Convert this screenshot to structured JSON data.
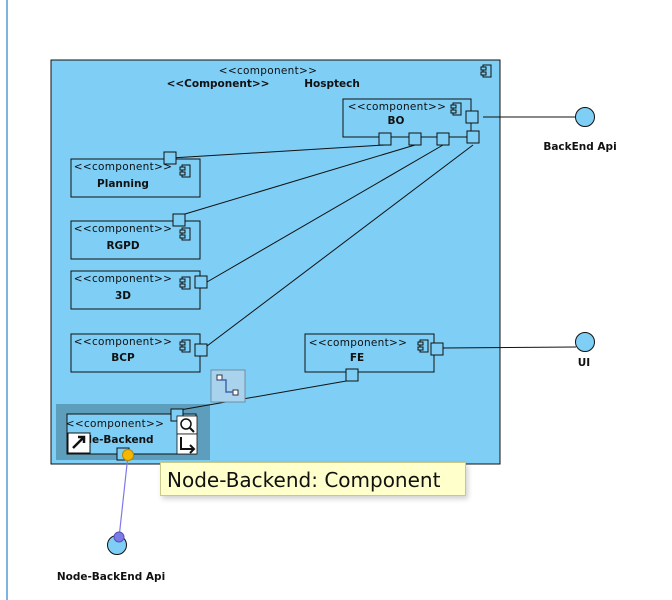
{
  "outer": {
    "stereotype": "<<component>>",
    "type_label": "<<Component>>",
    "name": "Hosptech"
  },
  "components": {
    "bo": {
      "stereotype": "<<component>>",
      "name": "BO"
    },
    "planning": {
      "stereotype": "<<component>>",
      "name": "Planning"
    },
    "rgpd": {
      "stereotype": "<<component>>",
      "name": "RGPD"
    },
    "d3": {
      "stereotype": "<<component>>",
      "name": "3D"
    },
    "bcp": {
      "stereotype": "<<component>>",
      "name": "BCP"
    },
    "fe": {
      "stereotype": "<<component>>",
      "name": "FE"
    },
    "node_backend": {
      "stereotype": "<<component>>",
      "name": "de-Backend"
    }
  },
  "interfaces": {
    "backend_api": "BackEnd Api",
    "ui": "UI",
    "node_backend_api": "Node-BackEnd Api"
  },
  "tooltip": "Node-Backend: Component",
  "colors": {
    "component_fill": "#7ecef5",
    "outer_fill": "#7ecef5",
    "selection_fill": "#5e9ebd",
    "line": "#111111",
    "handle": "#f5b800",
    "connector_line": "#7d7ae8",
    "tooltip_bg": "#ffffcc"
  }
}
